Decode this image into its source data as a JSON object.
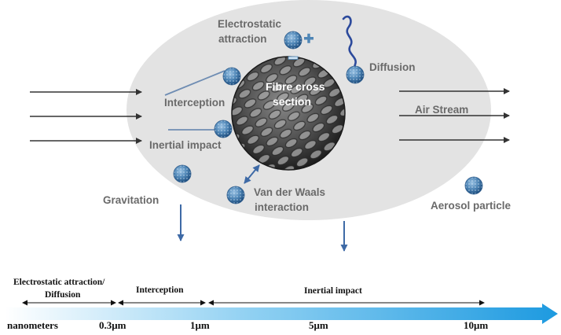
{
  "labels": {
    "electrostatic_line1": "Electrostatic",
    "electrostatic_line2": "attraction",
    "diffusion": "Diffusion",
    "fibre_line1": "Fibre cross",
    "fibre_line2": "section",
    "interception": "Interception",
    "air_stream": "Air Stream",
    "inertial_impact": "Inertial impact",
    "gravitation": "Gravitation",
    "vdw_line1": "Van der Waals",
    "vdw_line2": "interaction",
    "aerosol_particle": "Aerosol particle"
  },
  "scale": {
    "ranges": [
      {
        "line1": "Electrostatic attraction/",
        "line2": "Diffusion"
      },
      {
        "line1": "Interception",
        "line2": ""
      },
      {
        "line1": "Inertial impact",
        "line2": ""
      }
    ],
    "ticks": [
      "nanometers",
      "0.3μm",
      "1μm",
      "5μm",
      "10μm"
    ]
  },
  "colors": {
    "ellipse": "#e3e3e3",
    "particle": "#4f86b6",
    "arrow_blue": "#3e6aa6",
    "flow_arrow": "#333333",
    "diffusion_path": "#2c4a9c",
    "bar_start": "#ffffff",
    "bar_end": "#1d9ae0"
  },
  "icons": [
    "aerosol-particle-icon",
    "plus-sign-icon",
    "minus-sign-icon",
    "double-arrow-icon",
    "down-arrow-icon"
  ]
}
